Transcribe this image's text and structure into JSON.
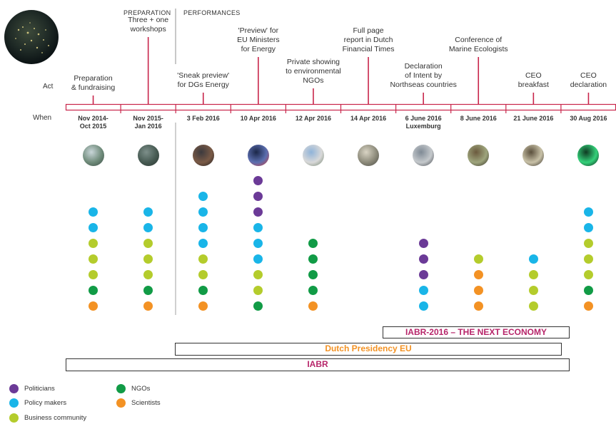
{
  "colors": {
    "accent": "#c8254a",
    "politicians": "#6b3a97",
    "policy_makers": "#19b5e8",
    "business_community": "#b4cc2c",
    "ngos": "#119b46",
    "scientists": "#f39224",
    "iabr2016": "#b7266a",
    "presidency": "#f39224",
    "iabr": "#b7266a"
  },
  "header": {
    "preparation": "PREPARATION",
    "performances": "PERFORMANCES"
  },
  "row_labels": {
    "act": "Act",
    "when": "When"
  },
  "events": [
    {
      "act": [
        "Preparation",
        "& fundraising"
      ],
      "when": [
        "Nov 2014-",
        "Oct 2015"
      ],
      "photo": "workshop-photo",
      "dots": [
        "policy_makers",
        "policy_makers",
        "business_community",
        "business_community",
        "business_community",
        "ngos",
        "scientists"
      ]
    },
    {
      "act": [
        "Three + one",
        "workshops"
      ],
      "when": [
        "Nov 2015-",
        "Jan 2016"
      ],
      "photo": "building-photo",
      "dots": [
        "policy_makers",
        "policy_makers",
        "business_community",
        "business_community",
        "business_community",
        "ngos",
        "scientists"
      ]
    },
    {
      "act": [
        "'Sneak preview'",
        "for DGs Energy"
      ],
      "when": [
        "3 Feb 2016"
      ],
      "photo": "meeting-photo",
      "dots": [
        "policy_makers",
        "policy_makers",
        "policy_makers",
        "policy_makers",
        "business_community",
        "business_community",
        "ngos",
        "scientists"
      ]
    },
    {
      "act": [
        "'Preview' for",
        "EU Ministers",
        "for Energy"
      ],
      "when": [
        "10 Apr 2016"
      ],
      "photo": "eu-ministers-photo",
      "dots": [
        "politicians",
        "politicians",
        "politicians",
        "policy_makers",
        "policy_makers",
        "policy_makers",
        "business_community",
        "business_community",
        "ngos"
      ]
    },
    {
      "act": [
        "Private showing",
        "to environmental",
        "NGOs"
      ],
      "when": [
        "12 Apr 2016"
      ],
      "photo": "exhibition-photo",
      "dots": [
        "ngos",
        "ngos",
        "ngos",
        "ngos",
        "scientists"
      ]
    },
    {
      "act": [
        "Full page",
        "report in Dutch",
        "Financial Times"
      ],
      "when": [
        "14 Apr 2016"
      ],
      "photo": "newspaper-photo",
      "dots": []
    },
    {
      "act": [
        "Declaration",
        "of Intent by",
        "Northseas countries"
      ],
      "when": [
        "6 June 2016",
        "Luxemburg"
      ],
      "photo": "signing-photo",
      "dots": [
        "politicians",
        "politicians",
        "politicians",
        "policy_makers",
        "policy_makers"
      ]
    },
    {
      "act": [
        "Conference of",
        "Marine Ecologists"
      ],
      "when": [
        "8 June 2016"
      ],
      "photo": "conference-photo",
      "dots": [
        "business_community",
        "scientists",
        "scientists",
        "scientists"
      ]
    },
    {
      "act": [
        "CEO",
        "breakfast"
      ],
      "when": [
        "21 June 2016"
      ],
      "photo": "breakfast-photo",
      "dots": [
        "policy_makers",
        "business_community",
        "business_community",
        "business_community"
      ]
    },
    {
      "act": [
        "CEO",
        "declaration"
      ],
      "when": [
        "30 Aug 2016"
      ],
      "photo": "neon-sign-photo",
      "dots": [
        "policy_makers",
        "policy_makers",
        "business_community",
        "business_community",
        "business_community",
        "ngos",
        "scientists"
      ]
    }
  ],
  "bars": [
    {
      "label": "IABR-2016 – THE NEXT ECONOMY",
      "color_key": "iabr2016"
    },
    {
      "label": "Dutch Presidency EU",
      "color_key": "presidency"
    },
    {
      "label": "IABR",
      "color_key": "iabr"
    }
  ],
  "legend": [
    {
      "label": "Politicians",
      "color_key": "politicians"
    },
    {
      "label": "Policy makers",
      "color_key": "policy_makers"
    },
    {
      "label": "Business community",
      "color_key": "business_community"
    },
    {
      "label": "NGOs",
      "color_key": "ngos"
    },
    {
      "label": "Scientists",
      "color_key": "scientists"
    }
  ]
}
